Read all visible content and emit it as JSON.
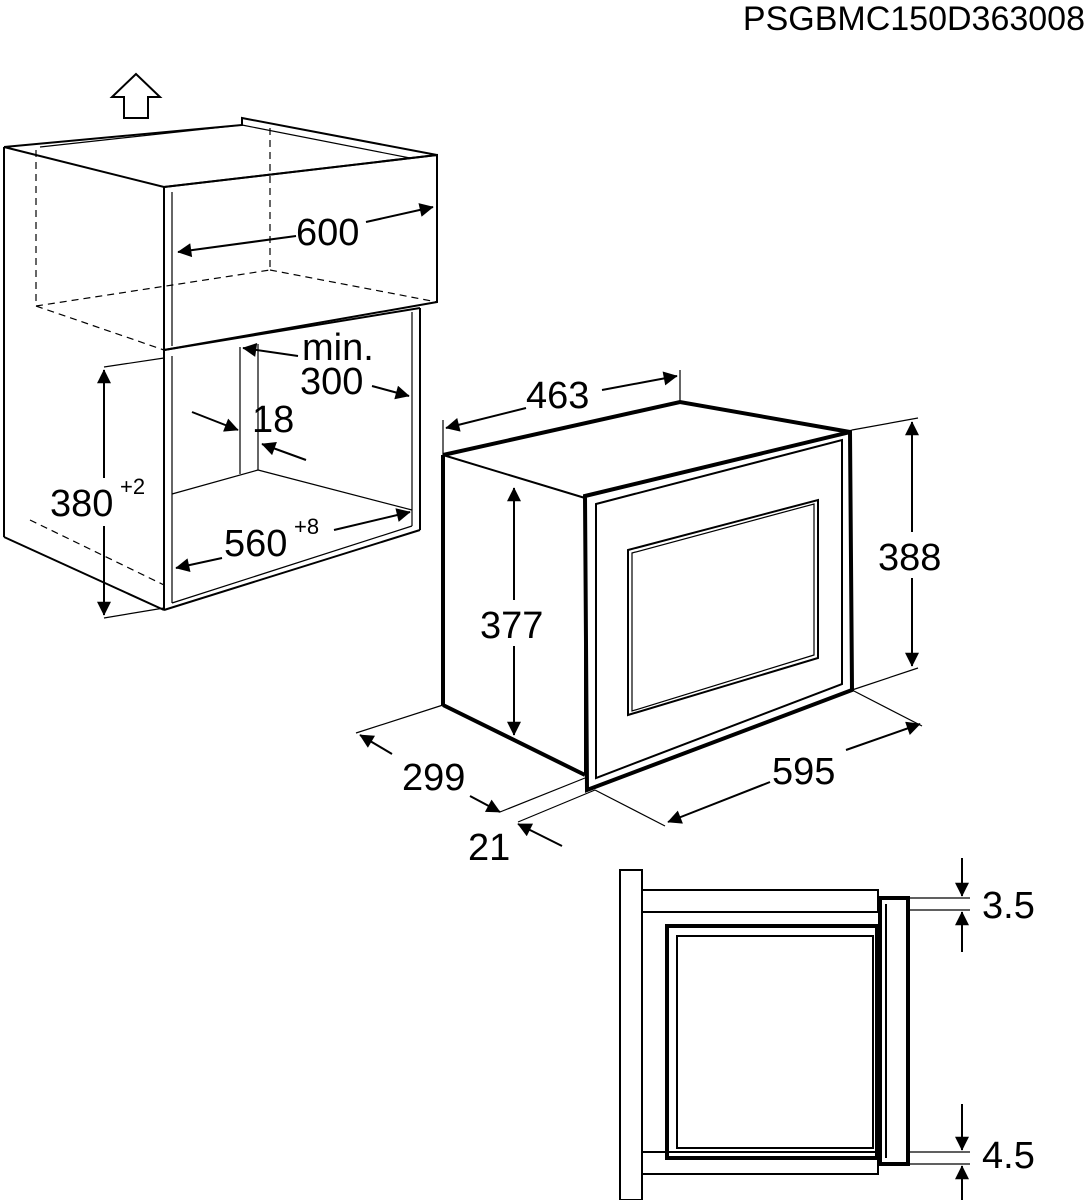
{
  "doc_code": "PSGBMC150D363008",
  "icons": {
    "up": "up-arrow-icon"
  },
  "niche": {
    "width": "600",
    "min_label": "min.",
    "depth_min": "300",
    "panel": "18",
    "height": "380",
    "height_tol": "+2",
    "inner_width": "560",
    "inner_width_tol": "+8"
  },
  "appliance": {
    "depth": "463",
    "height_front": "388",
    "height_body": "377",
    "body_depth": "299",
    "frame": "21",
    "width": "595"
  },
  "section": {
    "top_gap": "3.5",
    "bottom_gap": "4.5"
  }
}
